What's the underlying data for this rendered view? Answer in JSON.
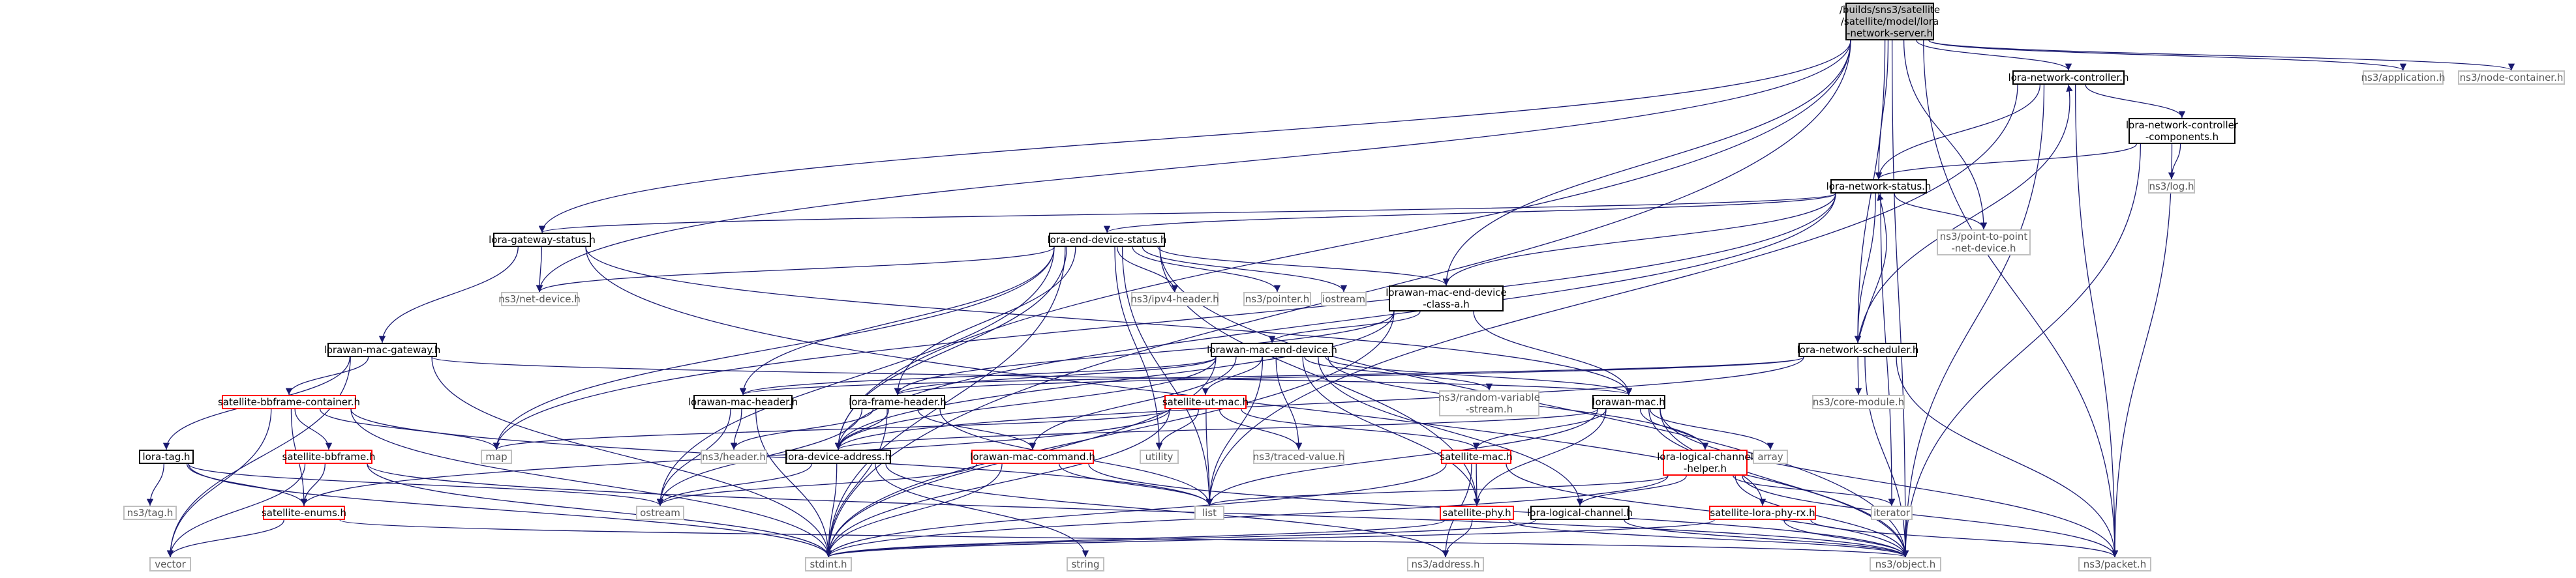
{
  "colors": {
    "edge": "#191970",
    "node_border": "#000000",
    "external_border": "#bfbfbf",
    "warning_border": "#ff0000",
    "root_fill": "#bfbfbf"
  },
  "nodes": {
    "root": "/builds/sns3/satellite\n/satellite/model/lora\n-network-server.h",
    "lora_network_controller": "lora-network-controller.h",
    "lora_network_controller_components": "lora-network-controller\n-components.h",
    "lora_network_status": "lora-network-status.h",
    "lora_gateway_status": "lora-gateway-status.h",
    "lora_end_device_status": "lora-end-device-status.h",
    "lorawan_mac_end_device_class_a": "lorawan-mac-end-device\n-class-a.h",
    "lorawan_mac_end_device": "lorawan-mac-end-device.h",
    "lorawan_mac_gateway": "lorawan-mac-gateway.h",
    "lora_network_scheduler": "lora-network-scheduler.h",
    "satellite_bbframe_container": "satellite-bbframe-container.h",
    "lorawan_mac_header": "lorawan-mac-header.h",
    "lora_frame_header": "lora-frame-header.h",
    "satellite_ut_mac": "satellite-ut-mac.h",
    "lorawan_mac": "lorawan-mac.h",
    "satellite_bbframe": "satellite-bbframe.h",
    "lora_tag": "lora-tag.h",
    "lora_device_address": "lora-device-address.h",
    "lorawan_mac_command": "lorawan-mac-command.h",
    "satellite_mac": "satellite-mac.h",
    "lora_logical_channel_helper": "lora-logical-channel\n-helper.h",
    "satellite_enums": "satellite-enums.h",
    "satellite_phy": "satellite-phy.h",
    "lora_logical_channel": "lora-logical-channel.h",
    "satellite_lora_phy_rx": "satellite-lora-phy-rx.h",
    "ns3_application": "ns3/application.h",
    "ns3_node_container": "ns3/node-container.h",
    "ns3_log": "ns3/log.h",
    "ns3_point_to_point_net_device": "ns3/point-to-point\n-net-device.h",
    "ns3_net_device": "ns3/net-device.h",
    "ns3_ipv4_header": "ns3/ipv4-header.h",
    "ns3_pointer": "ns3/pointer.h",
    "iostream": "iostream",
    "ns3_random_variable_stream": "ns3/random-variable\n-stream.h",
    "ns3_core_module": "ns3/core-module.h",
    "map": "map",
    "ns3_header": "ns3/header.h",
    "utility": "utility",
    "ns3_traced_value": "ns3/traced-value.h",
    "array": "array",
    "ns3_tag": "ns3/tag.h",
    "ostream": "ostream",
    "list": "list",
    "iterator": "iterator",
    "vector": "vector",
    "stdint": "stdint.h",
    "string": "string",
    "ns3_address": "ns3/address.h",
    "ns3_object": "ns3/object.h",
    "ns3_packet": "ns3/packet.h"
  }
}
